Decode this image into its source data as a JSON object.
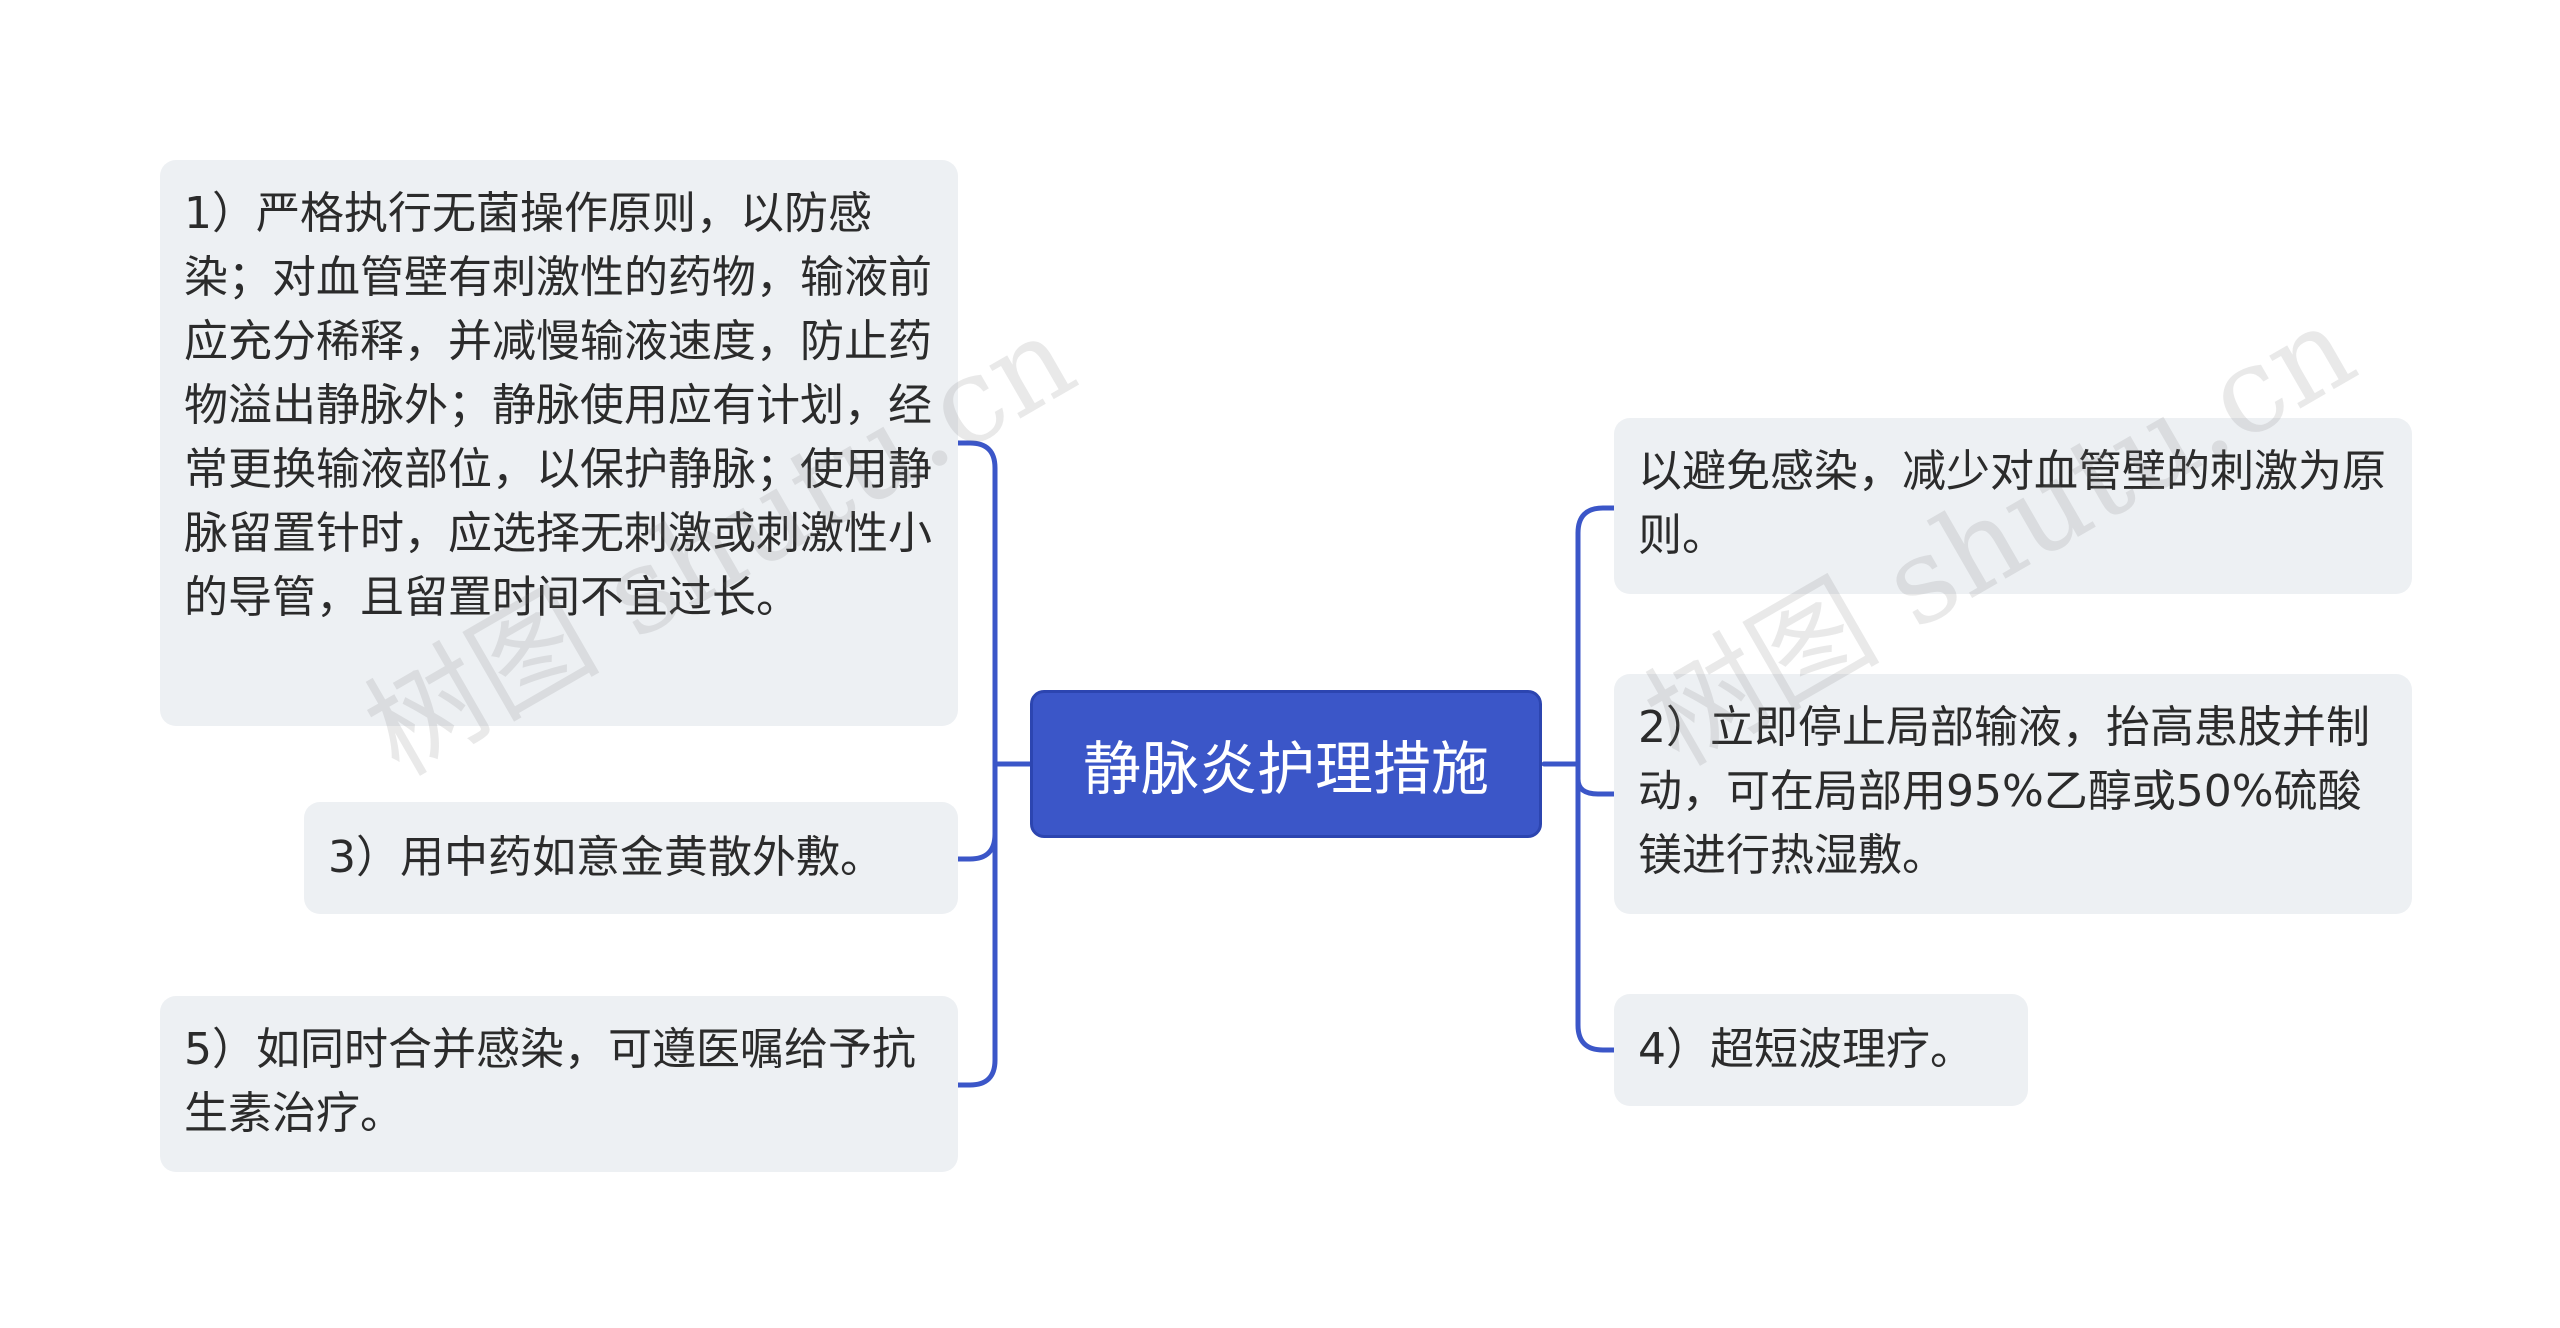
{
  "root": {
    "title": "静脉炎护理措施"
  },
  "left_branches": [
    {
      "text": "1）严格执行无菌操作原则，以防感染；对血管壁有刺激性的药物，输液前应充分稀释，并减慢输液速度，防止药物溢出静脉外；静脉使用应有计划，经常更换输液部位，以保护静脉；使用静脉留置针时，应选择无刺激或刺激性小的导管，且留置时间不宜过长。"
    },
    {
      "text": "3）用中药如意金黄散外敷。"
    },
    {
      "text": "5）如同时合并感染，可遵医嘱给予抗生素治疗。"
    }
  ],
  "right_branches": [
    {
      "text": "以避免感染，减少对血管壁的刺激为原则。"
    },
    {
      "text": "2）立即停止局部输液，抬高患肢并制动，可在局部用95%乙醇或50%硫酸镁进行热湿敷。"
    },
    {
      "text": "4）超短波理疗。"
    }
  ],
  "watermarks": [
    "树图 shutu.cn",
    "树图 shutu.cn"
  ],
  "colors": {
    "accent": "#3b56c8",
    "connector": "#3b56c8",
    "node_bg": "#edf0f3",
    "text": "#2b2b2b"
  }
}
